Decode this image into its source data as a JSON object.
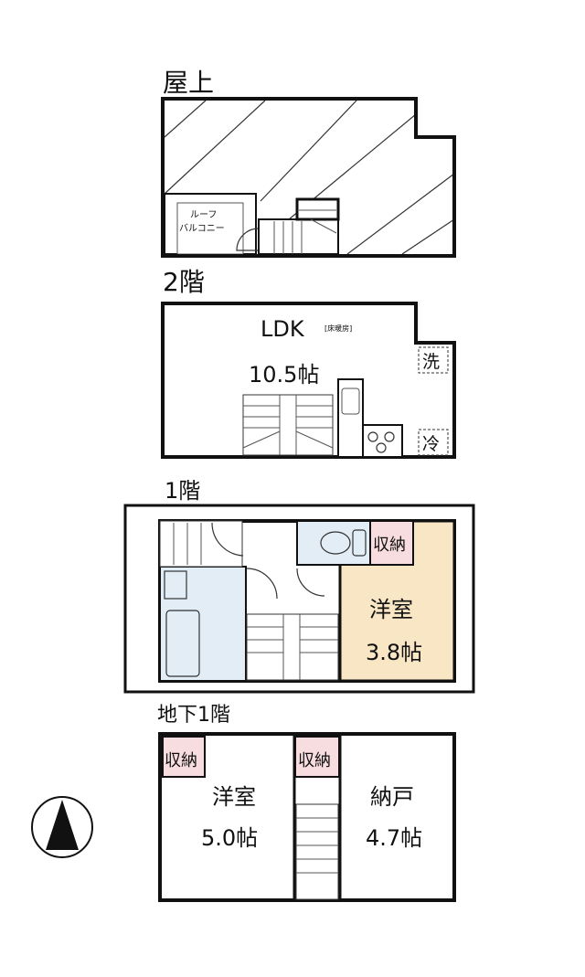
{
  "colors": {
    "room": "#f8e6c4",
    "wet": "#e2edf5",
    "storage": "#f8dde0",
    "wall": "#111111"
  },
  "floors": {
    "roof": {
      "label": "屋上",
      "balcony_line1": "ルーフ",
      "balcony_line2": "バルコニー"
    },
    "f2": {
      "label": "2階",
      "room": "LDK",
      "note": "[床暖房]",
      "size": "10.5帖",
      "washer": "洗",
      "fridge": "冷"
    },
    "f1": {
      "label": "1階",
      "storage": "収納",
      "room": "洋室",
      "size": "3.8帖"
    },
    "b1": {
      "label": "地下1階",
      "storage1": "収納",
      "storage2": "収納",
      "room1": "洋室",
      "size1": "5.0帖",
      "room2": "納戸",
      "size2": "4.7帖"
    }
  },
  "compass": {
    "icon": "north-arrow-icon"
  }
}
